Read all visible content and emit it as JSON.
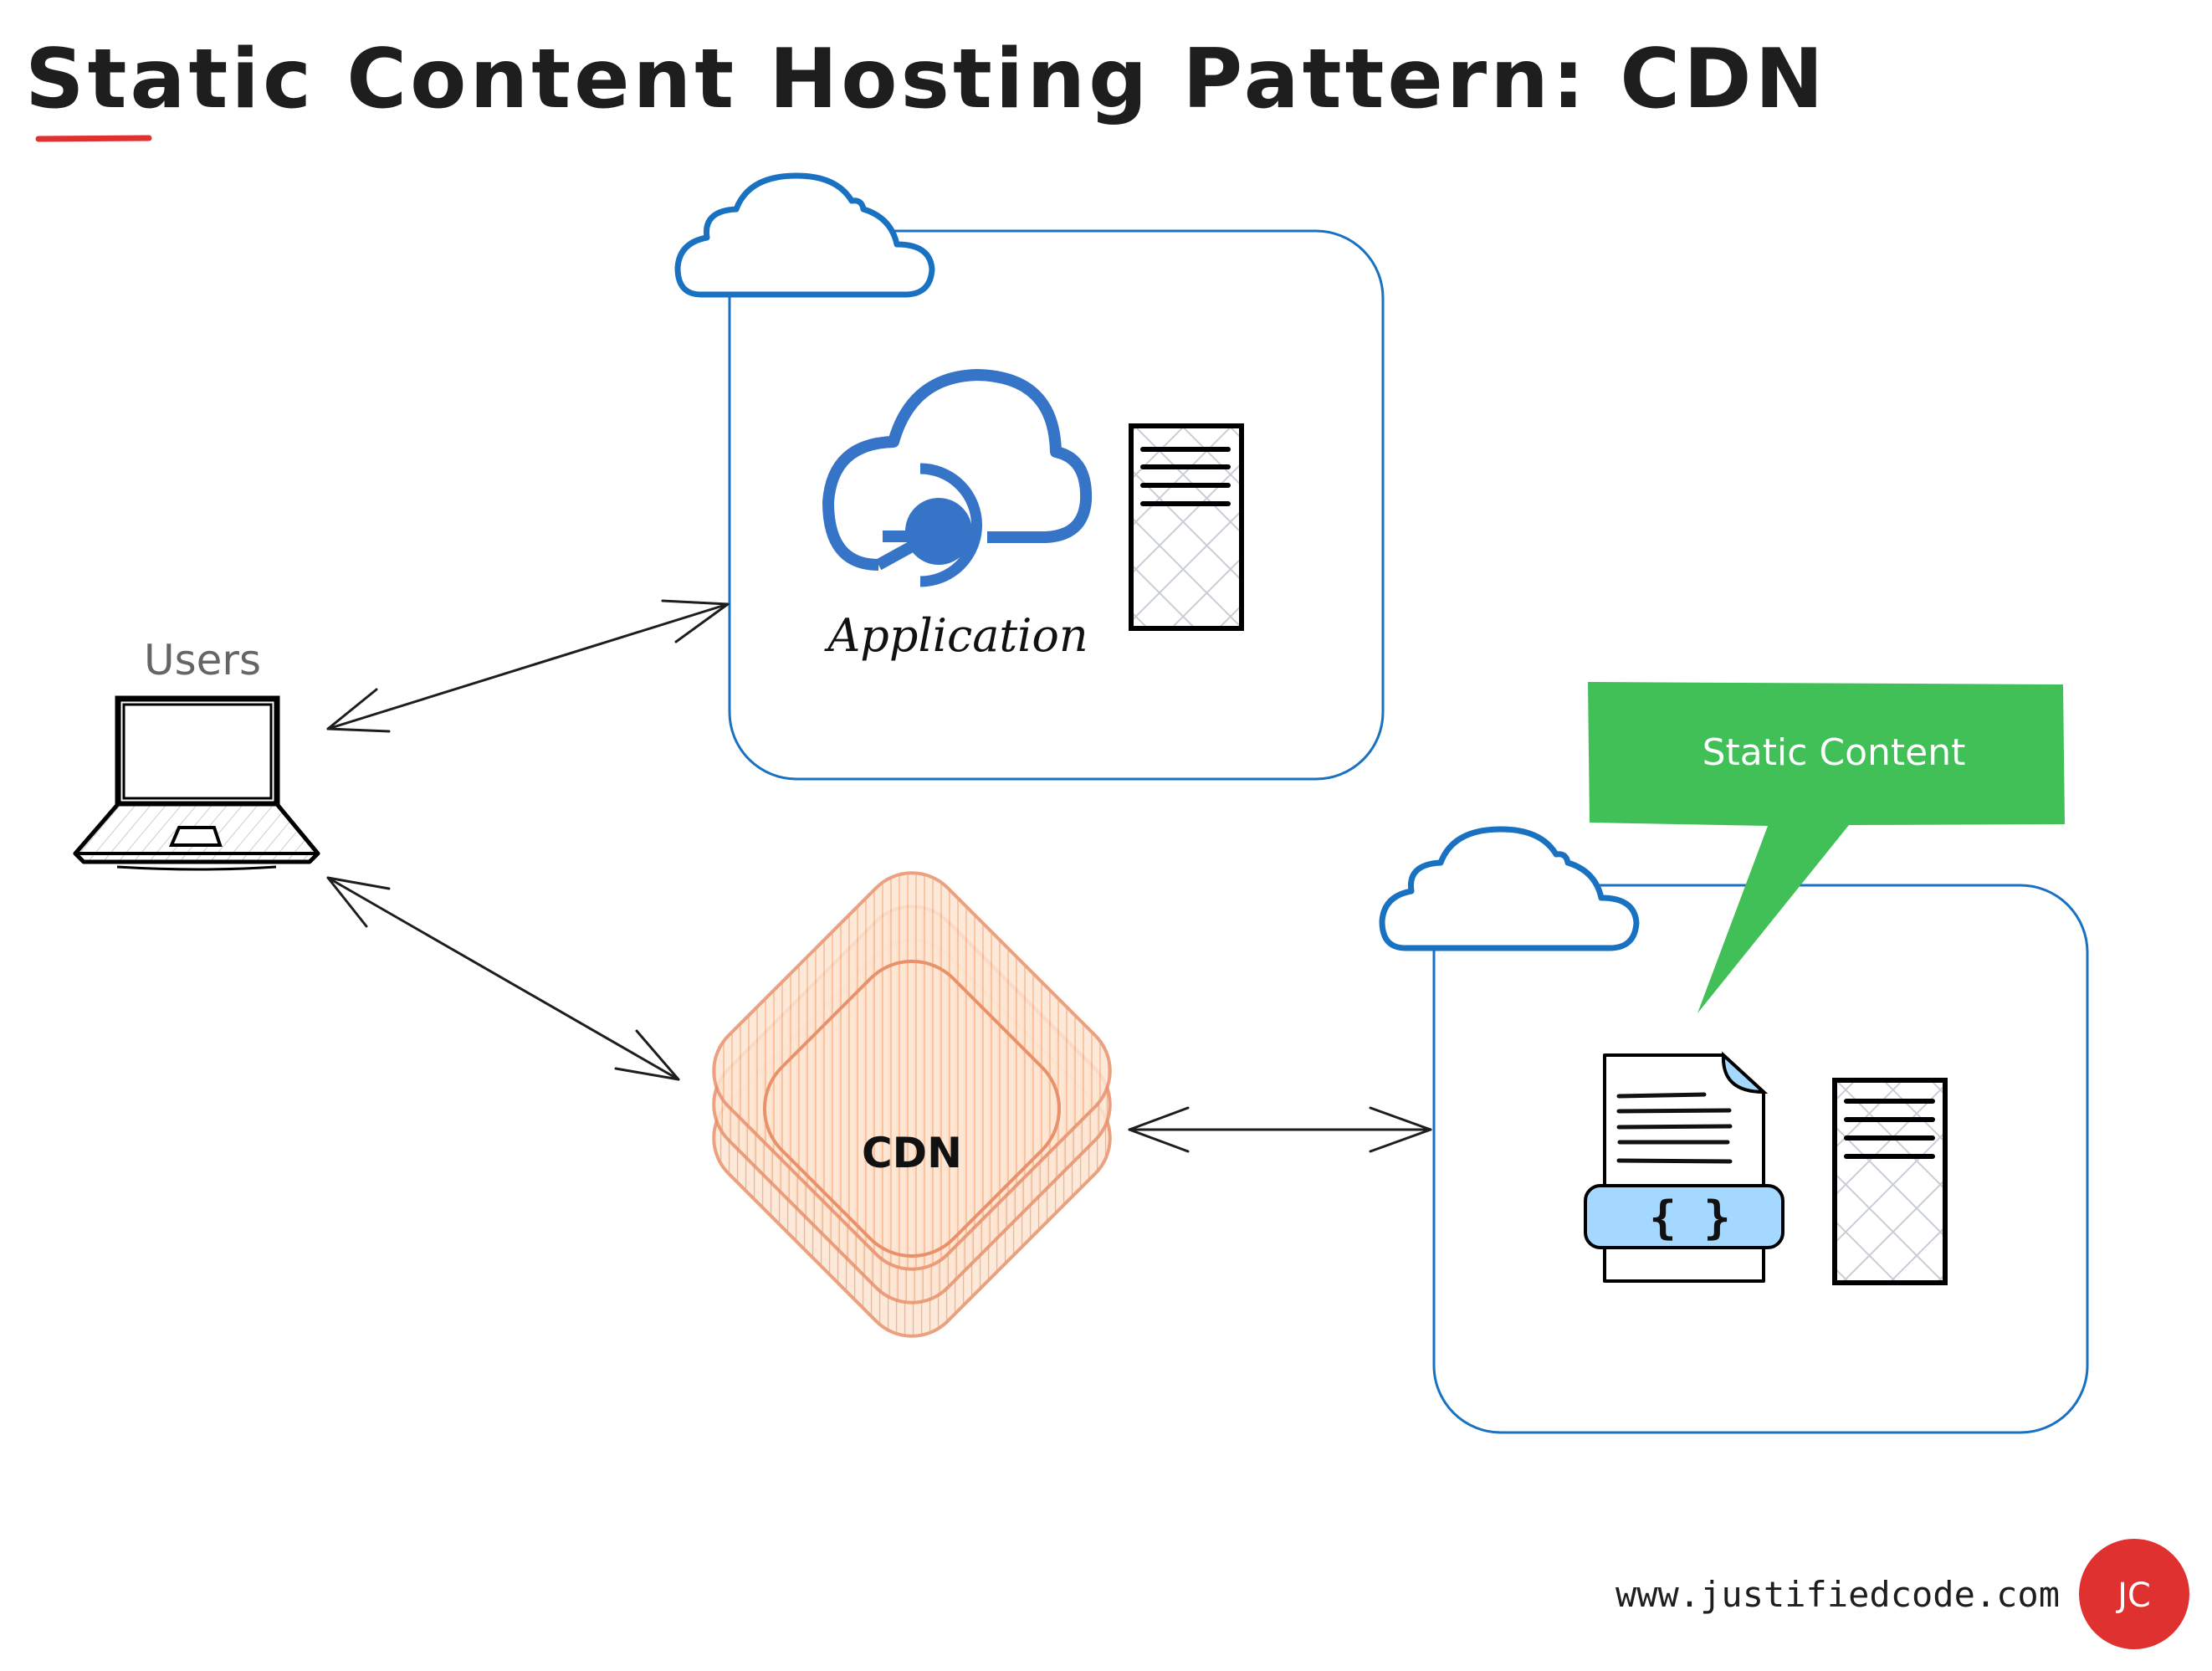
{
  "title": {
    "text": "Static Content Hosting Pattern: CDN",
    "underline_color": "#e03131"
  },
  "nodes": {
    "users": {
      "label": "Users",
      "icon": "laptop-icon"
    },
    "application": {
      "label": "Application",
      "icons": [
        "cloud-app-icon",
        "server-icon"
      ],
      "container_icon": "cloud-icon"
    },
    "cdn": {
      "label": "CDN",
      "icon": "stacked-layers-icon",
      "color": "#f08c5c"
    },
    "static_storage": {
      "icons": [
        "json-document-icon",
        "server-icon"
      ],
      "container_icon": "cloud-icon",
      "document_badge": "{ }"
    }
  },
  "callout": {
    "text": "Static Content",
    "color": "#40c057"
  },
  "edges": [
    {
      "from": "users",
      "to": "application",
      "bidirectional": true
    },
    {
      "from": "users",
      "to": "cdn",
      "bidirectional": true
    },
    {
      "from": "cdn",
      "to": "static_storage",
      "bidirectional": true
    }
  ],
  "footer": {
    "url": "www.justifiedcode.com",
    "badge": "JC",
    "badge_color": "#e03131"
  },
  "colors": {
    "container_stroke": "#1971c2",
    "app_icon": "#3674c8",
    "document_highlight": "#a5d8ff"
  }
}
